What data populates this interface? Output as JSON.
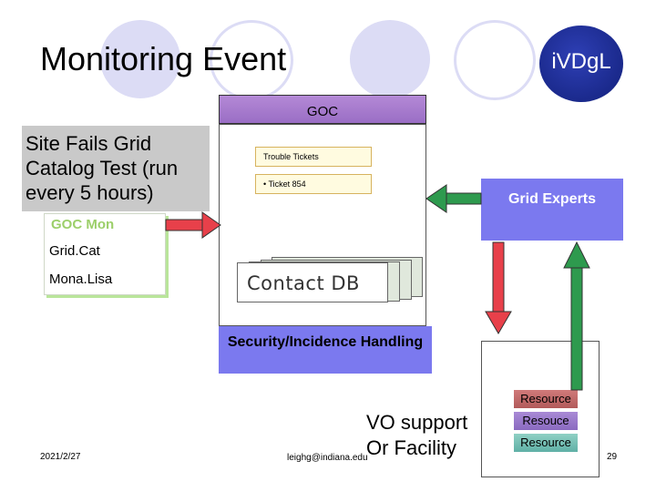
{
  "slide": {
    "title": "Monitoring Event",
    "site_text": "Site Fails Grid Catalog Test (run every 5 hours)",
    "goc_mon": {
      "title": "GOC Mon",
      "items": [
        "Grid.Cat",
        "Mona.Lisa"
      ]
    },
    "goc": {
      "header": "GOC",
      "tickets_label": "Trouble Tickets",
      "ticket_item": "• Ticket 854",
      "contact_db": "Contact DB"
    },
    "security": "Security/Incidence Handling",
    "grid_experts": "Grid Experts",
    "resources": [
      "Resource",
      "Resouce",
      "Resource"
    ],
    "vo_support": "VO support Or Facility",
    "footer": {
      "date": "2021/2/27",
      "email": "leighg@indiana.edu",
      "page": "29"
    },
    "logo": "iVDgL"
  },
  "colors": {
    "goc_header": "#9a6ec5",
    "security": "#7b79ef",
    "grid_experts": "#7b79ef",
    "arrow_red": "#e8404a",
    "arrow_green": "#2e9a4e",
    "goc_mon_title": "#9ccf6a",
    "decor_circles": "#dcdcf5"
  }
}
